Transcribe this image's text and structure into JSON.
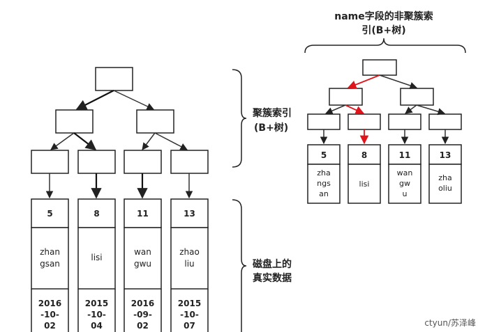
{
  "clustered": {
    "label_line1": "聚簇索引",
    "label_line2": "(B+树)",
    "rows": [
      {
        "id": "5",
        "name_l1": "zhan",
        "name_l2": "gsan",
        "date_l1": "2016",
        "date_l2": "-10-",
        "date_l3": "02"
      },
      {
        "id": "8",
        "name_l1": "lisi",
        "name_l2": "",
        "date_l1": "2015",
        "date_l2": "-10-",
        "date_l3": "04"
      },
      {
        "id": "11",
        "name_l1": "wan",
        "name_l2": "gwu",
        "date_l1": "2016",
        "date_l2": "-09-",
        "date_l3": "02"
      },
      {
        "id": "13",
        "name_l1": "zhao",
        "name_l2": "liu",
        "date_l1": "2015",
        "date_l2": "-10-",
        "date_l3": "07"
      }
    ],
    "disk_label_line1": "磁盘上的",
    "disk_label_line2": "真实数据"
  },
  "secondary": {
    "title_line1": "name字段的非聚簇索",
    "title_line2": "引(B+树)",
    "rows": [
      {
        "id": "5",
        "n1": "zha",
        "n2": "ngs",
        "n3": "an"
      },
      {
        "id": "8",
        "n1": "lisi",
        "n2": "",
        "n3": ""
      },
      {
        "id": "11",
        "n1": "wan",
        "n2": "gw",
        "n3": "u"
      },
      {
        "id": "13",
        "n1": "zha",
        "n2": "oliu",
        "n3": ""
      }
    ],
    "highlight_color": "#e0141b"
  },
  "watermark": "ctyun/苏泽峰"
}
